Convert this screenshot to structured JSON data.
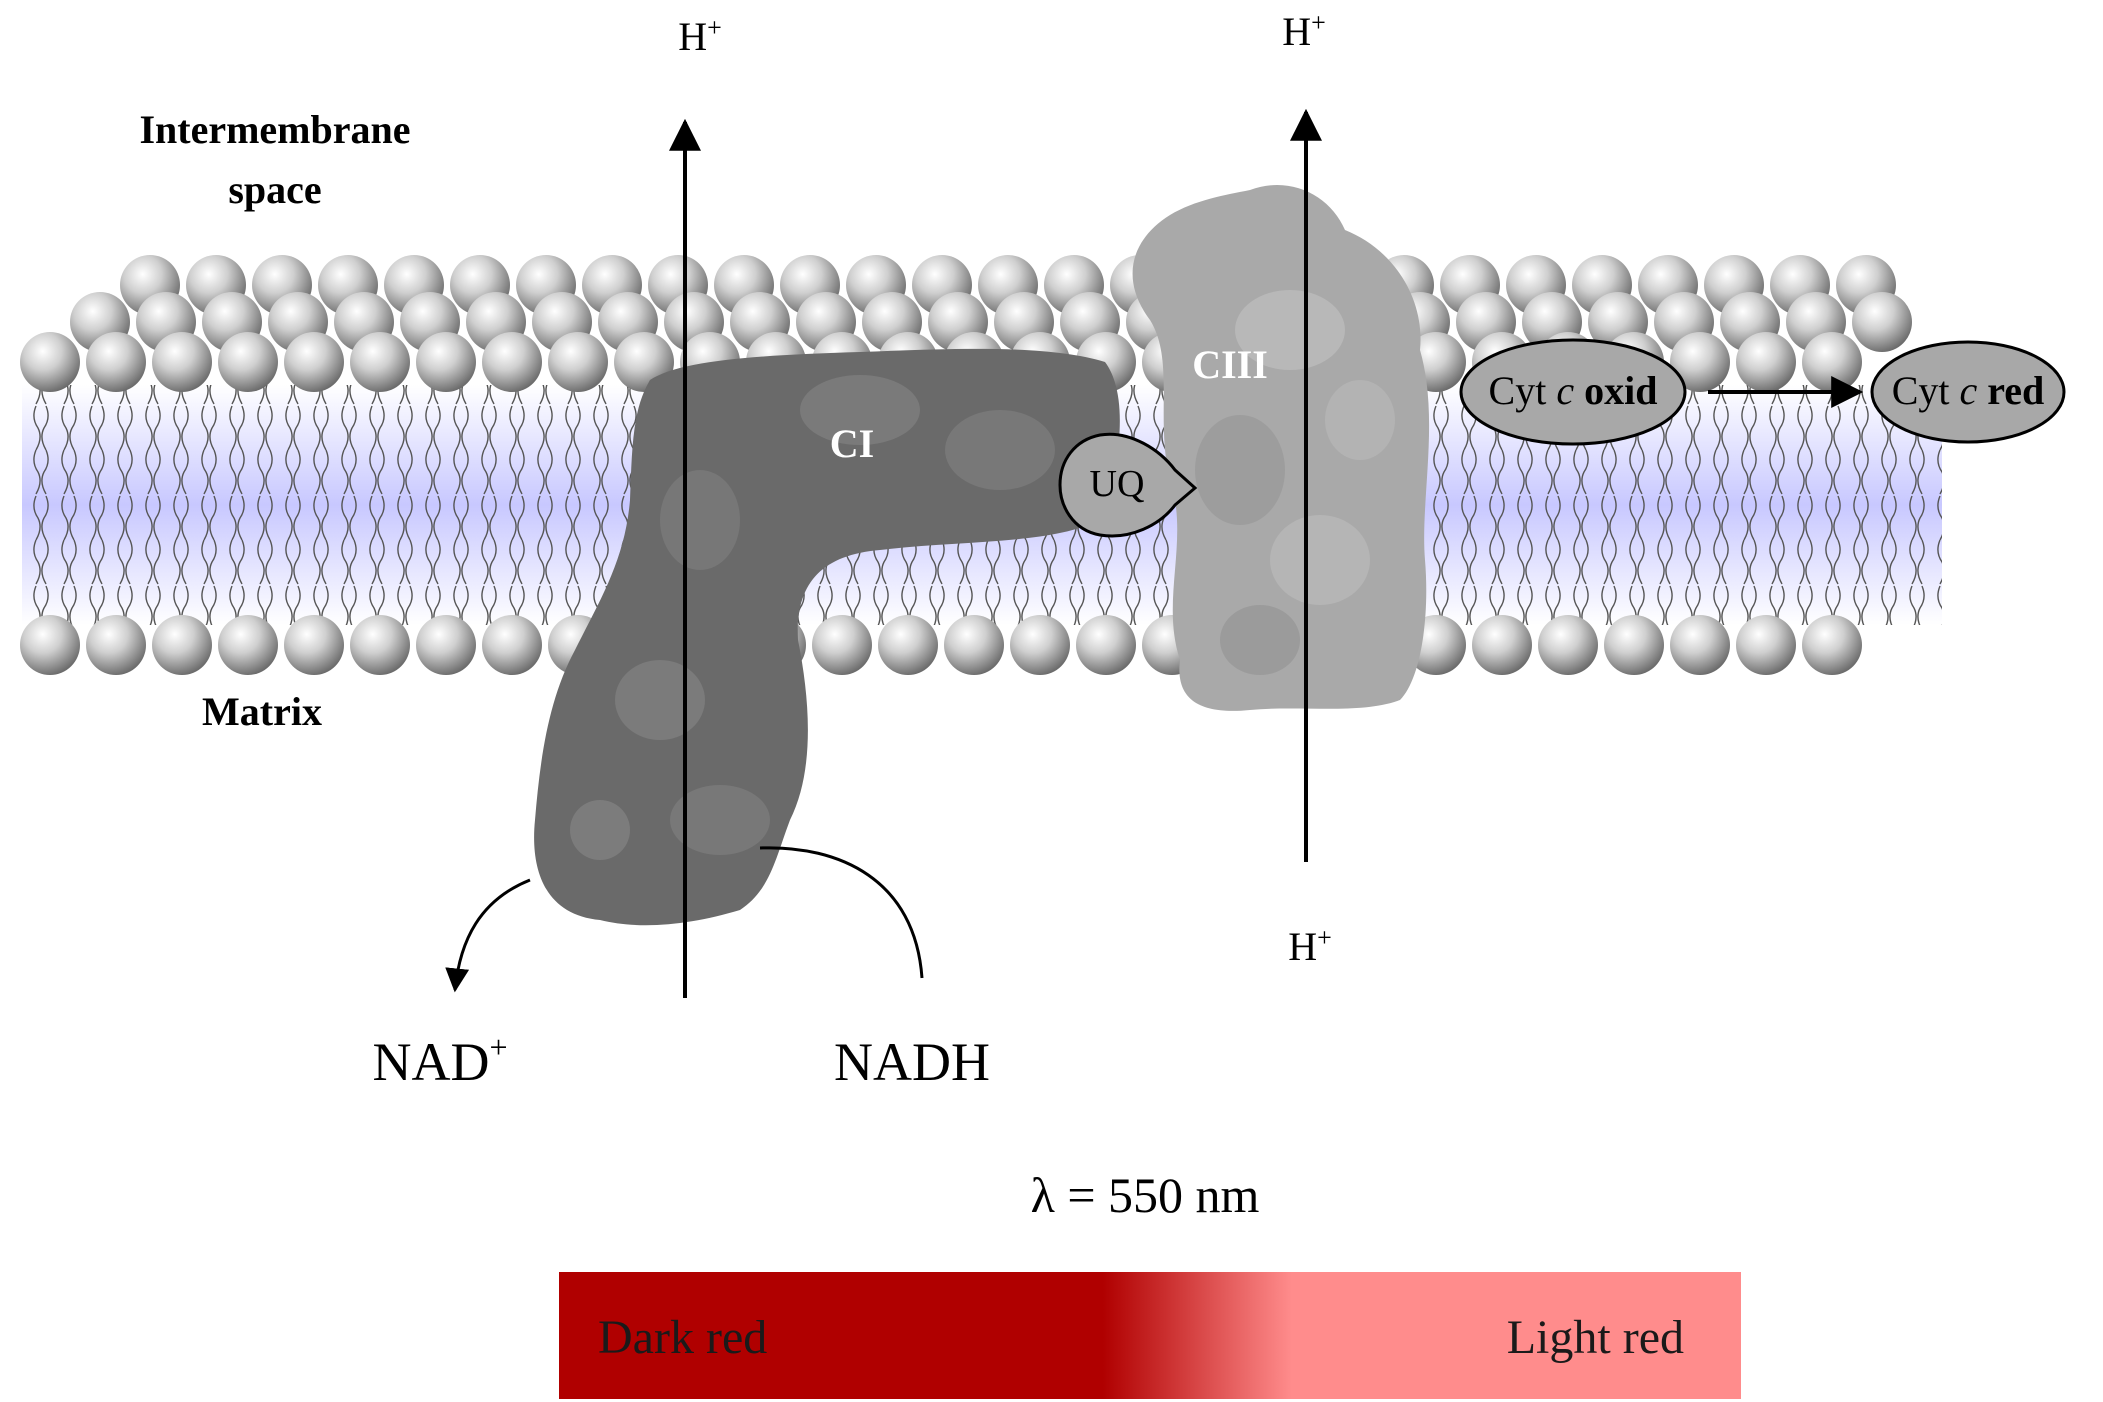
{
  "regions": {
    "intermembrane_line1": "Intermembrane",
    "intermembrane_line2": "space",
    "matrix": "Matrix"
  },
  "protons": {
    "top_left": "H",
    "top_right": "H",
    "bottom_right": "H",
    "superscript": "+"
  },
  "complexes": {
    "ci": "CI",
    "ciii": "CIII",
    "uq": "UQ"
  },
  "cytochrome": {
    "oxid_prefix": "Cyt ",
    "oxid_italic": "c",
    "oxid_state": " oxid",
    "red_prefix": "Cyt ",
    "red_italic": "c",
    "red_state": " red"
  },
  "cofactors": {
    "nad": "NAD",
    "nad_sup": "+",
    "nadh": "NADH"
  },
  "wavelength": "λ = 550 nm",
  "color_scale": {
    "left_label": "Dark red",
    "right_label": "Light red",
    "dark_color": "#b00000",
    "light_color": "#ff8c8c"
  },
  "colors": {
    "complex_i": "#6a6a6a",
    "complex_iii": "#a9a9a9",
    "membrane_core": "#c8c8ff",
    "cytochrome_fill": "#a8a8a8"
  }
}
